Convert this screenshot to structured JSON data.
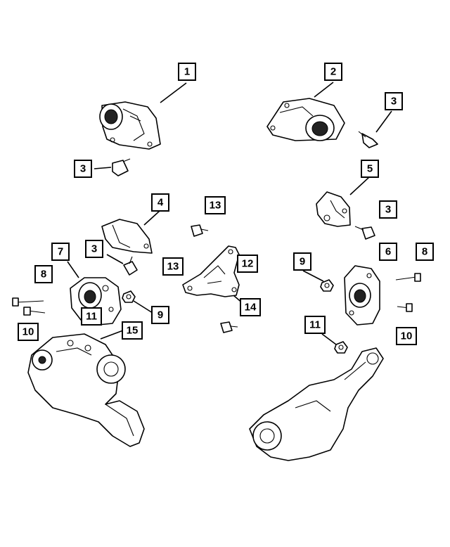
{
  "callouts": [
    {
      "id": "c1",
      "label": "1"
    },
    {
      "id": "c2",
      "label": "2"
    },
    {
      "id": "c3a",
      "label": "3"
    },
    {
      "id": "c3b",
      "label": "3"
    },
    {
      "id": "c5",
      "label": "5"
    },
    {
      "id": "c4",
      "label": "4"
    },
    {
      "id": "c13a",
      "label": "13"
    },
    {
      "id": "c3c",
      "label": "3"
    },
    {
      "id": "c3d",
      "label": "3"
    },
    {
      "id": "c7",
      "label": "7"
    },
    {
      "id": "c6",
      "label": "6"
    },
    {
      "id": "c8a",
      "label": "8"
    },
    {
      "id": "c9a",
      "label": "9"
    },
    {
      "id": "c8b",
      "label": "8"
    },
    {
      "id": "c13b",
      "label": "13"
    },
    {
      "id": "c12",
      "label": "12"
    },
    {
      "id": "c14",
      "label": "14"
    },
    {
      "id": "c11a",
      "label": "11"
    },
    {
      "id": "c9b",
      "label": "9"
    },
    {
      "id": "c10a",
      "label": "10"
    },
    {
      "id": "c15",
      "label": "15"
    },
    {
      "id": "c11b",
      "label": "11"
    },
    {
      "id": "c10b",
      "label": "10"
    }
  ],
  "colors": {
    "line": "#000000",
    "background": "#ffffff"
  }
}
